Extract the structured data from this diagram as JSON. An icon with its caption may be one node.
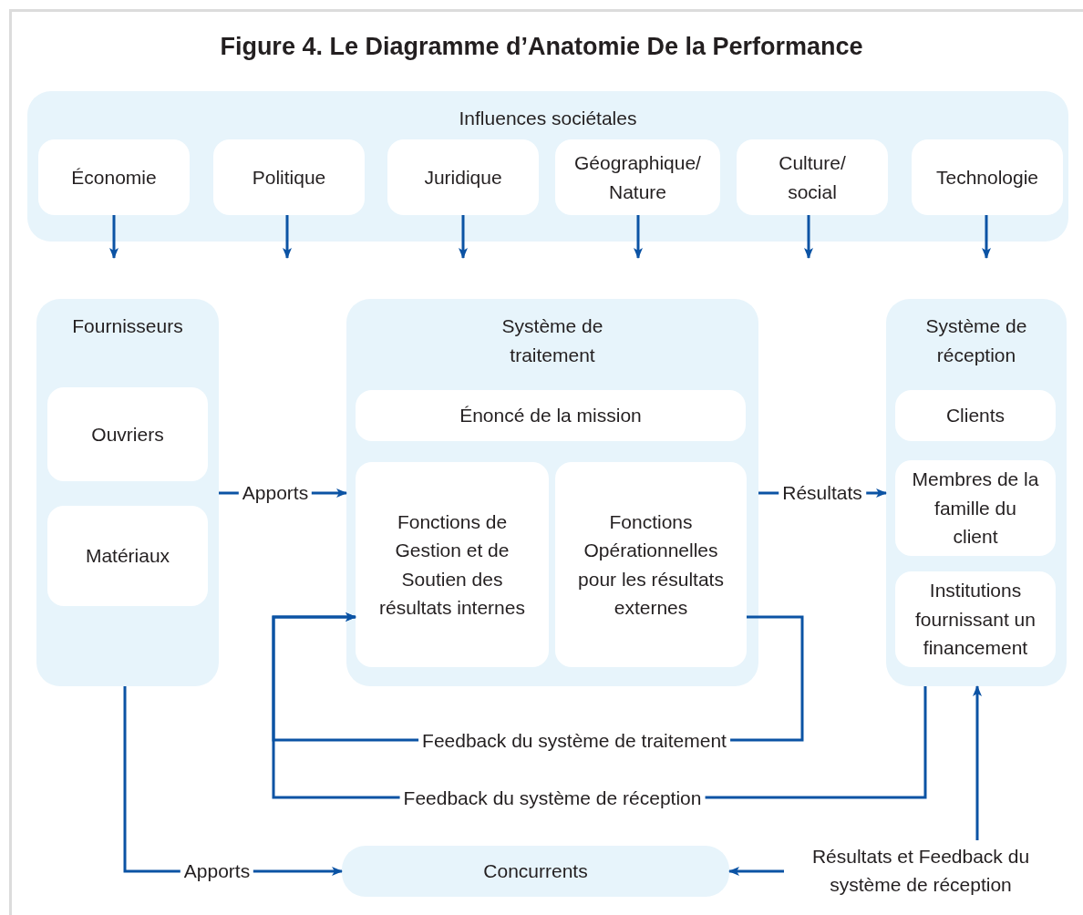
{
  "diagram": {
    "title": "Figure 4. Le Diagramme d’Anatomie De la Performance",
    "nodes": [
      {
        "text": [
          "Influences sociétales"
        ]
      },
      {
        "text": [
          "Économie"
        ],
        "in": 0
      },
      {
        "text": [
          "Politique"
        ],
        "in": 0
      },
      {
        "text": [
          "Juridique"
        ],
        "in": 0
      },
      {
        "text": [
          "Géographique/ Nature"
        ],
        "in": 0
      },
      {
        "text": [
          "Culture/ social"
        ],
        "in": 0
      },
      {
        "text": [
          "Technologie"
        ],
        "in": 0
      },
      {
        "text": [
          "Fournisseurs"
        ]
      },
      {
        "text": [
          "Ouvriers"
        ],
        "in": 7
      },
      {
        "text": [
          "Matériaux"
        ],
        "in": 7
      },
      {
        "text": [
          "Système de traitement"
        ]
      },
      {
        "text": [
          "Énoncé de la mission"
        ],
        "in": 10
      },
      {
        "text": [
          "Fonctions de Gestion et de Soutien des résultats internes"
        ],
        "in": 10
      },
      {
        "text": [
          "Fonctions Opérationnelles pour les résultats externes"
        ],
        "in": 10
      },
      {
        "text": [
          "Système de réception"
        ]
      },
      {
        "text": [
          "Clients"
        ],
        "in": 14
      },
      {
        "text": [
          "Membres de la famille du client"
        ],
        "in": 14
      },
      {
        "text": [
          "Institutions fournissant un financement"
        ],
        "in": 14
      },
      {
        "text": [
          "Concurrents"
        ]
      },
      {
        "text": [
          "Résultats et Feedback du système de réception"
        ]
      }
    ],
    "edges": [
      {
        "from": 1,
        "to": null,
        "arrow": "to"
      },
      {
        "from": 2,
        "to": null,
        "arrow": "to"
      },
      {
        "from": 3,
        "to": null,
        "arrow": "to"
      },
      {
        "from": 4,
        "to": null,
        "arrow": "to"
      },
      {
        "from": 5,
        "to": null,
        "arrow": "to"
      },
      {
        "from": 6,
        "to": null,
        "arrow": "to"
      },
      {
        "from": 7,
        "to": 10,
        "arrow": "to",
        "label": "Apports"
      },
      {
        "from": 10,
        "to": 14,
        "arrow": "to",
        "label": "Résultats"
      },
      {
        "from": 13,
        "to": 12,
        "arrow": "to",
        "label": "Feedback du système de traitement"
      },
      {
        "from": 14,
        "to": 12,
        "arrow": "to",
        "label": "Feedback du système de réception"
      },
      {
        "from": 7,
        "to": 18,
        "arrow": "to",
        "label": "Apports"
      },
      {
        "from": 19,
        "to": 18,
        "arrow": "to"
      },
      {
        "from": 19,
        "to": 14,
        "arrow": "to"
      }
    ]
  }
}
